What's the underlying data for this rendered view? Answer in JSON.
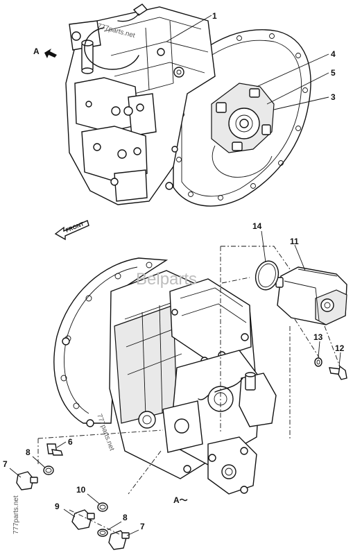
{
  "watermarks": {
    "center": "Belparts",
    "top": "777parts.net",
    "middle": "777parts.net",
    "left": "777parts.net"
  },
  "view_labels": {
    "arrow_a_top": "A",
    "arrow_a_bottom": "A～",
    "front": "FRONT"
  },
  "callouts": {
    "c1": "1",
    "c4": "4",
    "c5": "5",
    "c3": "3",
    "c14": "14",
    "c11": "11",
    "c13": "13",
    "c12": "12",
    "c6": "6",
    "c8a": "8",
    "c7a": "7",
    "c10": "10",
    "c9": "9",
    "c8b": "8",
    "c7b": "7"
  }
}
